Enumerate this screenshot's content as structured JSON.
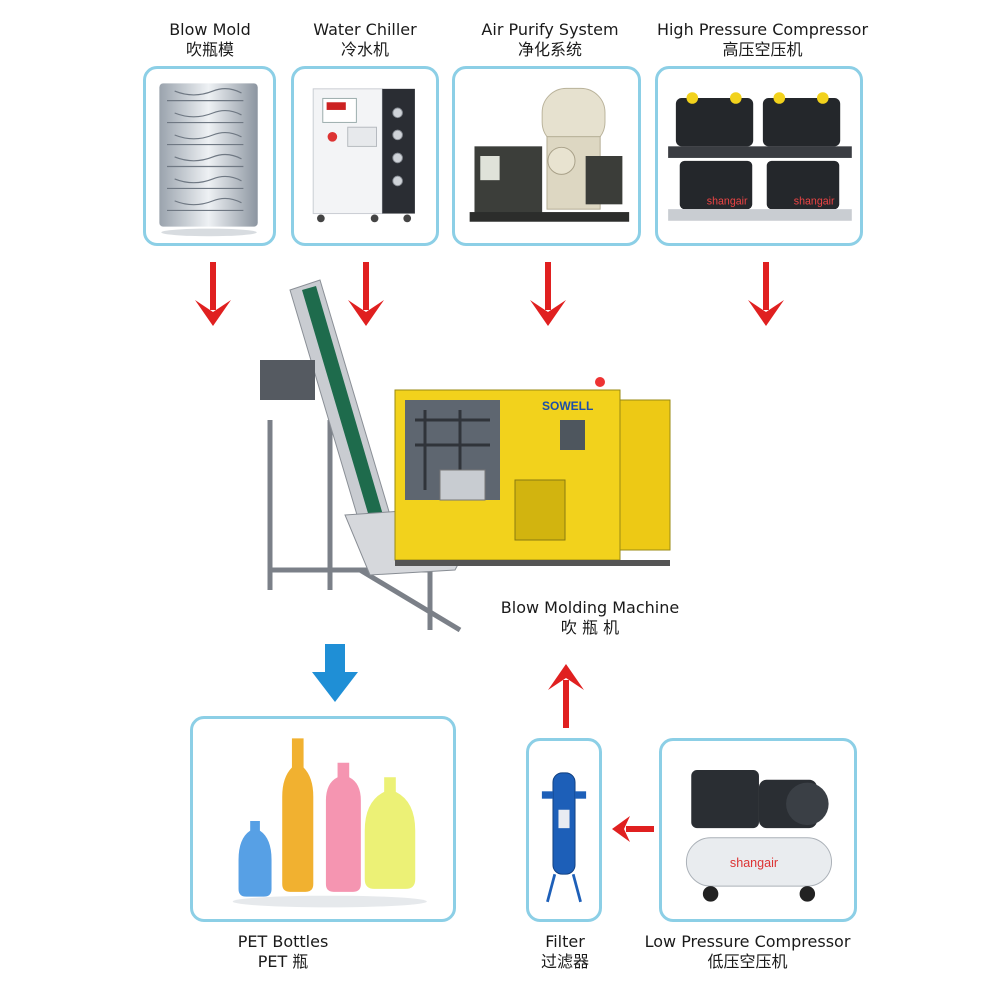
{
  "components": {
    "blow_mold": {
      "en": "Blow Mold",
      "zh": "吹瓶模"
    },
    "water_chiller": {
      "en": "Water Chiller",
      "zh": "冷水机"
    },
    "air_purify": {
      "en": "Air Purify System",
      "zh": "净化系统"
    },
    "hp_compressor": {
      "en": "High Pressure Compressor",
      "zh": "高压空压机",
      "brand": "shangair"
    },
    "blow_machine": {
      "en": "Blow Molding Machine",
      "zh": "吹 瓶 机",
      "brand": "SOWELL"
    },
    "pet_bottles": {
      "en": "PET Bottles",
      "zh": "PET 瓶"
    },
    "filter": {
      "en": "Filter",
      "zh": "过滤器"
    },
    "lp_compressor": {
      "en": "Low Pressure Compressor",
      "zh": "低压空压机",
      "brand": "shangair"
    }
  },
  "colors": {
    "box_border": "#8ccfe6",
    "flow_arrow": "#e02020",
    "output_arrow": "#1f8fd6",
    "machine_yellow": "#f2d21c"
  },
  "icons": [
    "down-arrow-red-icon",
    "up-arrow-red-icon",
    "left-arrow-red-icon",
    "down-arrow-blue-icon"
  ]
}
